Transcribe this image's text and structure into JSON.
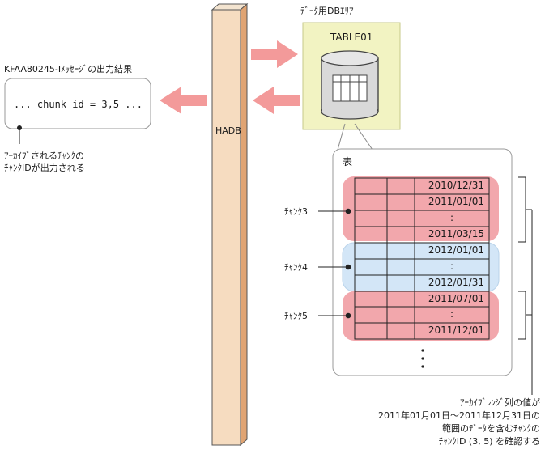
{
  "area": {
    "title": "ﾃﾞｰﾀ用DBｴﾘｱ",
    "table_name": "TABLE01"
  },
  "message_box": {
    "title": "KFAA80245-Iﾒｯｾｰｼﾞの出力結果",
    "text": "... chunk id = 3,5 ..."
  },
  "note_left": {
    "line1": "ｱｰｶｲﾌﾞされるﾁｬﾝｸの",
    "line2": "ﾁｬﾝｸIDが出力される"
  },
  "hadb_label": "HADB",
  "table_panel": {
    "title": "表"
  },
  "chunks": [
    {
      "label": "ﾁｬﾝｸ3",
      "color": "#f2a7ac",
      "dates": [
        "2010/12/31",
        "2011/01/01",
        ":",
        "2011/03/15"
      ]
    },
    {
      "label": "ﾁｬﾝｸ4",
      "color": "#d3e6f7",
      "dates": [
        "2012/01/01",
        ":",
        "2012/01/31"
      ]
    },
    {
      "label": "ﾁｬﾝｸ5",
      "color": "#f2a7ac",
      "dates": [
        "2011/07/01",
        ":",
        "2011/12/01"
      ]
    }
  ],
  "note_bottom": {
    "line1": "ｱｰｶｲﾌﾞﾚﾝｼﾞ列の値が",
    "line2": "2011年01月01日～2011年12月31日の",
    "line3": "範囲のﾃﾞｰﾀを含むﾁｬﾝｸの",
    "line4": "ﾁｬﾝｸID (3, 5) を確認する"
  },
  "colors": {
    "arrow": "#f39a9a",
    "area_fill": "#f2f3c2",
    "column_front": "#f6dcc0",
    "column_side": "#e0a473"
  }
}
